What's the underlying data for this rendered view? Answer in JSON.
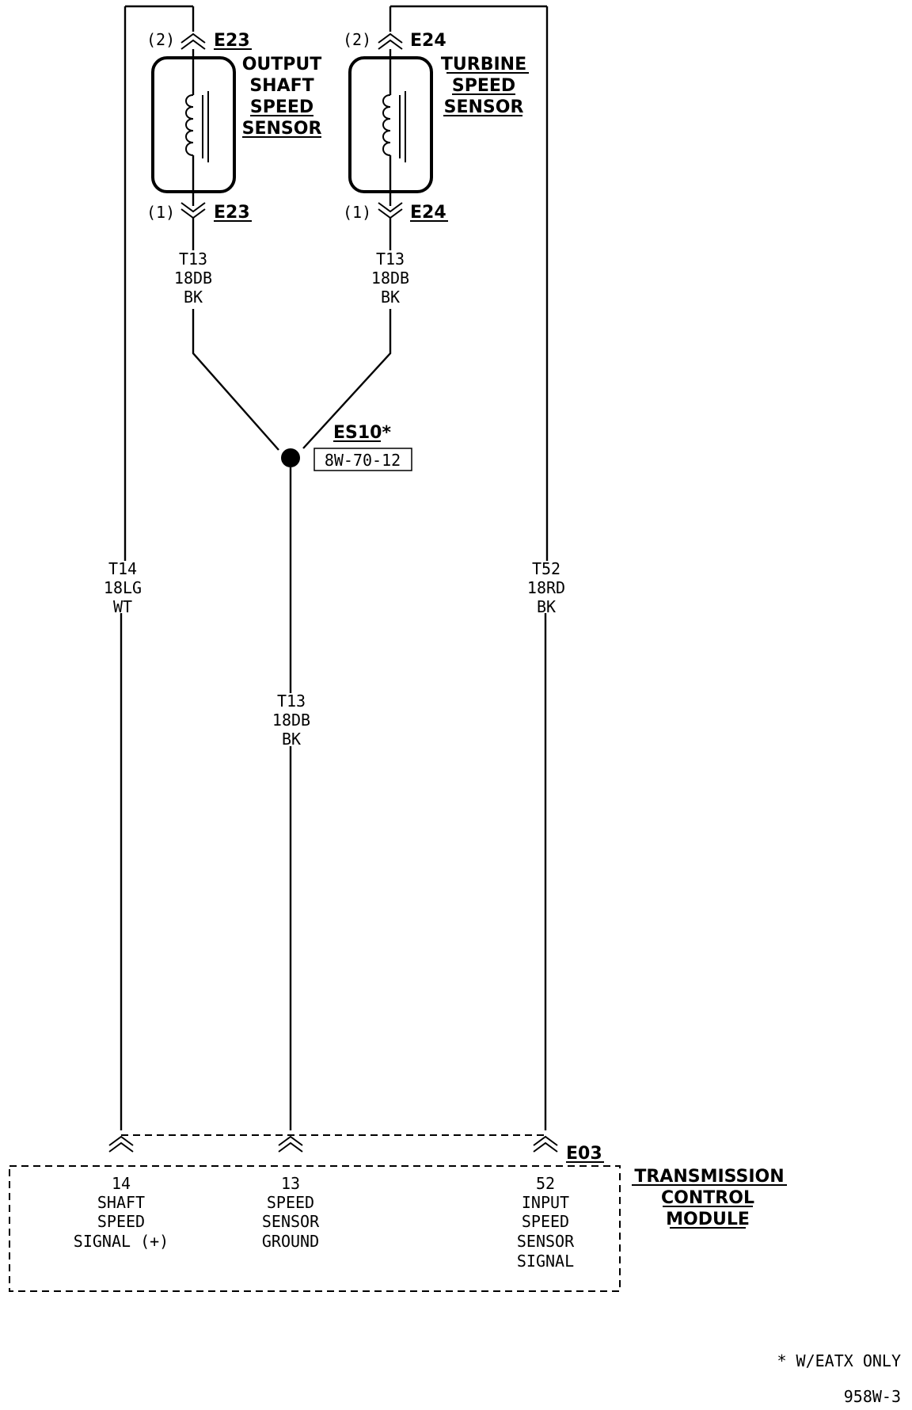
{
  "sensors": [
    {
      "pin_top": "(2)",
      "conn_top": "E23",
      "pin_bottom": "(1)",
      "conn_bottom": "E23",
      "name_lines": [
        "OUTPUT",
        "SHAFT",
        "SPEED",
        "SENSOR"
      ],
      "wire": [
        "T13",
        "18DB",
        "BK"
      ]
    },
    {
      "pin_top": "(2)",
      "conn_top": "E24",
      "pin_bottom": "(1)",
      "conn_bottom": "E24",
      "name_lines": [
        "TURBINE",
        "SPEED",
        "SENSOR"
      ],
      "wire": [
        "T13",
        "18DB",
        "BK"
      ]
    }
  ],
  "splice": {
    "id": "ES10*",
    "ref": "8W-70-12"
  },
  "wires": {
    "left": [
      "T14",
      "18LG",
      "WT"
    ],
    "center": [
      "T13",
      "18DB",
      "BK"
    ],
    "right": [
      "T52",
      "18RD",
      "BK"
    ]
  },
  "module": {
    "connector": "E03",
    "name_lines": [
      "TRANSMISSION",
      "CONTROL",
      "MODULE"
    ],
    "pins": [
      {
        "lines": [
          "14",
          "SHAFT",
          "SPEED",
          "SIGNAL (+)"
        ]
      },
      {
        "lines": [
          "13",
          "SPEED",
          "SENSOR",
          "GROUND"
        ]
      },
      {
        "lines": [
          "52",
          "INPUT",
          "SPEED",
          "SENSOR",
          "SIGNAL"
        ]
      }
    ]
  },
  "footnote": "* W/EATX ONLY",
  "figure_id": "958W-3"
}
